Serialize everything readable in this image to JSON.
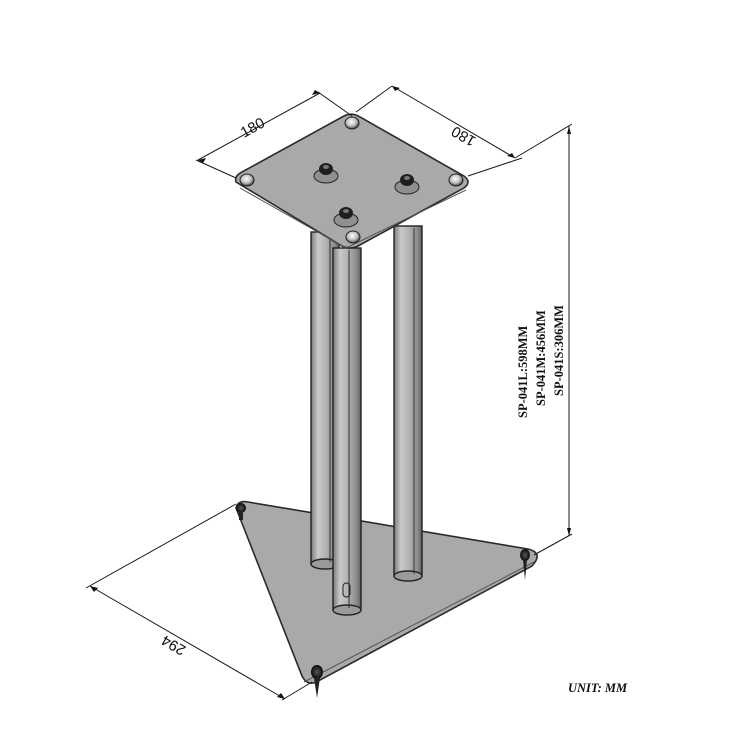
{
  "drawing": {
    "subject": "speaker stand",
    "dimensions": {
      "top_plate_width": "180",
      "top_plate_depth": "180",
      "base_side": "294"
    },
    "height_variants": [
      {
        "label": "SP-041L:598MM"
      },
      {
        "label": "SP-041M:456MM"
      },
      {
        "label": "SP-041S:306MM"
      }
    ],
    "unit_label": "UNIT: MM",
    "colors": {
      "background": "#ffffff",
      "plate_fill": "#a9a9a9",
      "tube_fill": "#b4b4b4",
      "line": "#1a1a1a"
    }
  }
}
